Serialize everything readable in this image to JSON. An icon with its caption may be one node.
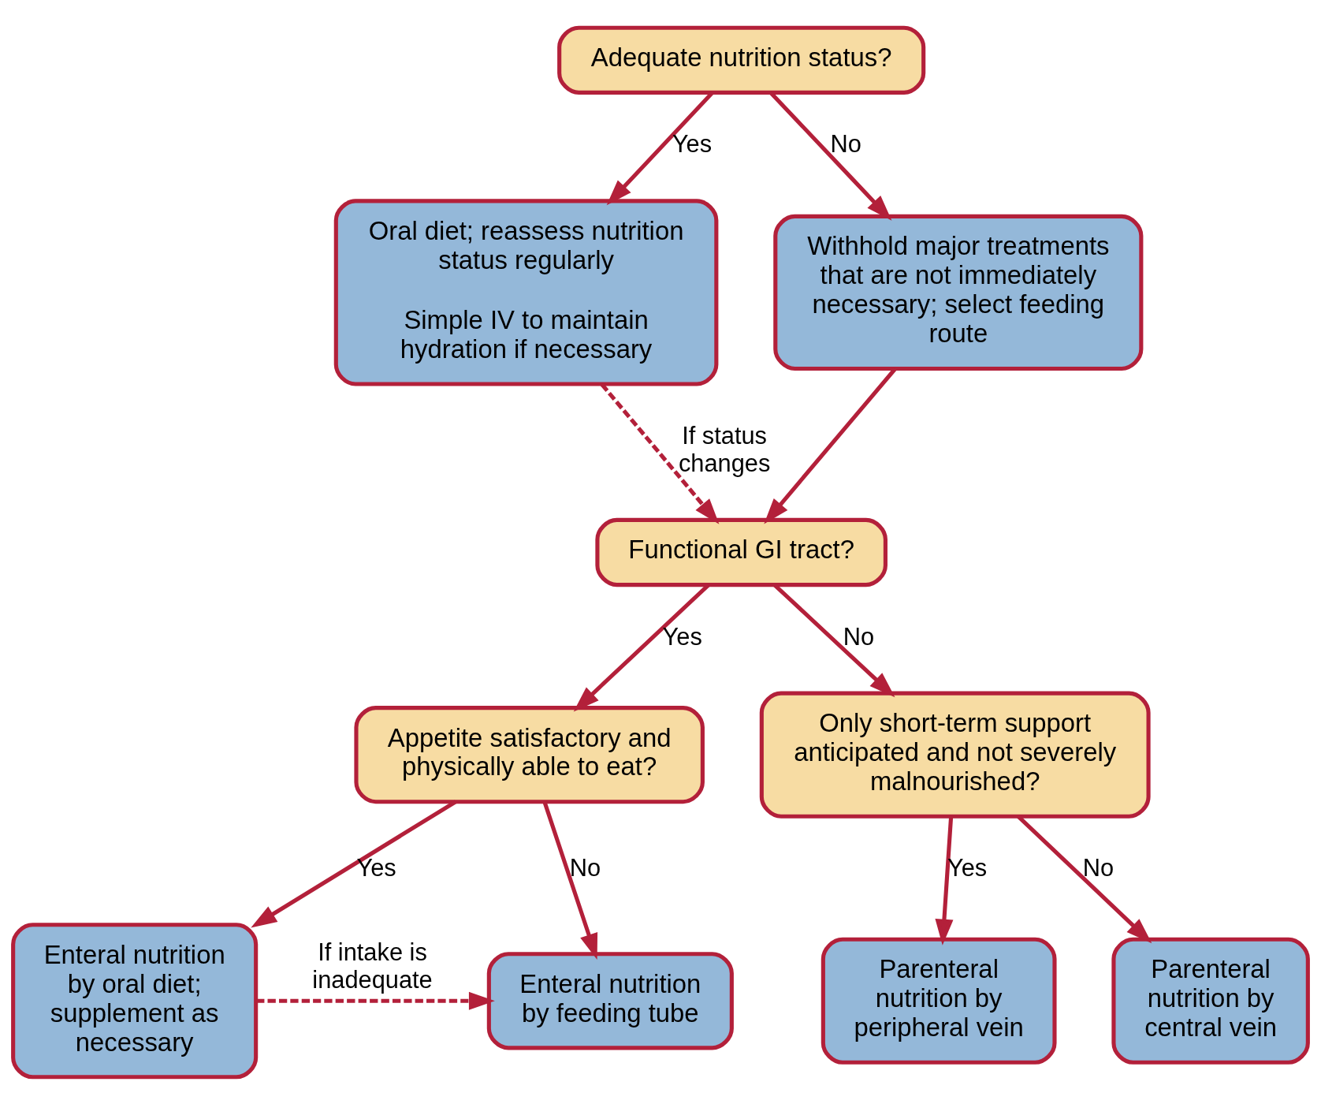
{
  "diagram": {
    "nodes": [
      {
        "text": [
          "Adequate nutrition status?"
        ]
      },
      {
        "text": [
          "Oral diet; reassess nutrition status regularly",
          "Simple IV to maintain hydration if necessary"
        ]
      },
      {
        "text": [
          "Withhold major treatments that are not immediately necessary; select feeding route"
        ]
      },
      {
        "text": [
          "Functional GI tract?"
        ]
      },
      {
        "text": [
          "Appetite satisfactory and physically able to eat?"
        ]
      },
      {
        "text": [
          "Only short-term support anticipated and not severely malnourished?"
        ]
      },
      {
        "text": [
          "Enteral nutrition by oral diet; supplement as necessary"
        ]
      },
      {
        "text": [
          "Enteral nutrition by feeding tube"
        ]
      },
      {
        "text": [
          "Parenteral nutrition by peripheral vein"
        ]
      },
      {
        "text": [
          "Parenteral nutrition by central vein"
        ]
      }
    ],
    "edges": [
      {
        "from": 0,
        "to": 1,
        "arrow": "to",
        "label": "Yes"
      },
      {
        "from": 0,
        "to": 2,
        "arrow": "to",
        "label": "No"
      },
      {
        "from": 1,
        "to": 3,
        "arrow": "to",
        "label": "If status changes",
        "style": "dashed"
      },
      {
        "from": 2,
        "to": 3,
        "arrow": "to"
      },
      {
        "from": 3,
        "to": 4,
        "arrow": "to",
        "label": "Yes"
      },
      {
        "from": 3,
        "to": 5,
        "arrow": "to",
        "label": "No"
      },
      {
        "from": 4,
        "to": 6,
        "arrow": "to",
        "label": "Yes"
      },
      {
        "from": 4,
        "to": 7,
        "arrow": "to",
        "label": "No"
      },
      {
        "from": 6,
        "to": 7,
        "arrow": "to",
        "label": "If intake is inadequate",
        "style": "dashed"
      },
      {
        "from": 5,
        "to": 8,
        "arrow": "to",
        "label": "Yes"
      },
      {
        "from": 5,
        "to": 9,
        "arrow": "to",
        "label": "No"
      }
    ]
  }
}
